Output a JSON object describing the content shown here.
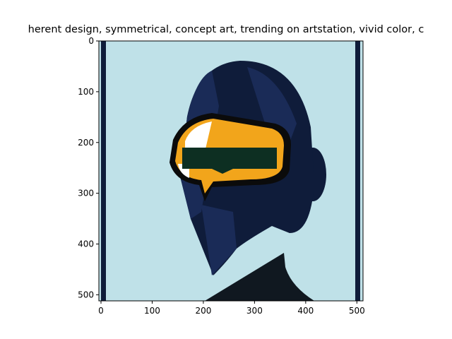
{
  "chart_data": {
    "type": "image",
    "title": "herent design, symmetrical,  concept art, trending on artstation, vivid color, c",
    "xlabel": "",
    "ylabel": "",
    "xlim": [
      0,
      512
    ],
    "ylim": [
      512,
      0
    ],
    "xticks": [
      0,
      100,
      200,
      300,
      400,
      500
    ],
    "yticks": [
      0,
      100,
      200,
      300,
      400,
      500
    ],
    "grid": false
  },
  "colors": {
    "background": "#bfe1e8",
    "head_dark": "#0f1c3a",
    "head_mid": "#1a2b57",
    "visor_orange": "#f2a51b",
    "visor_band": "#0d2f22",
    "suit": "#101820"
  },
  "image_description_icon": "portrait-with-vr-headset"
}
